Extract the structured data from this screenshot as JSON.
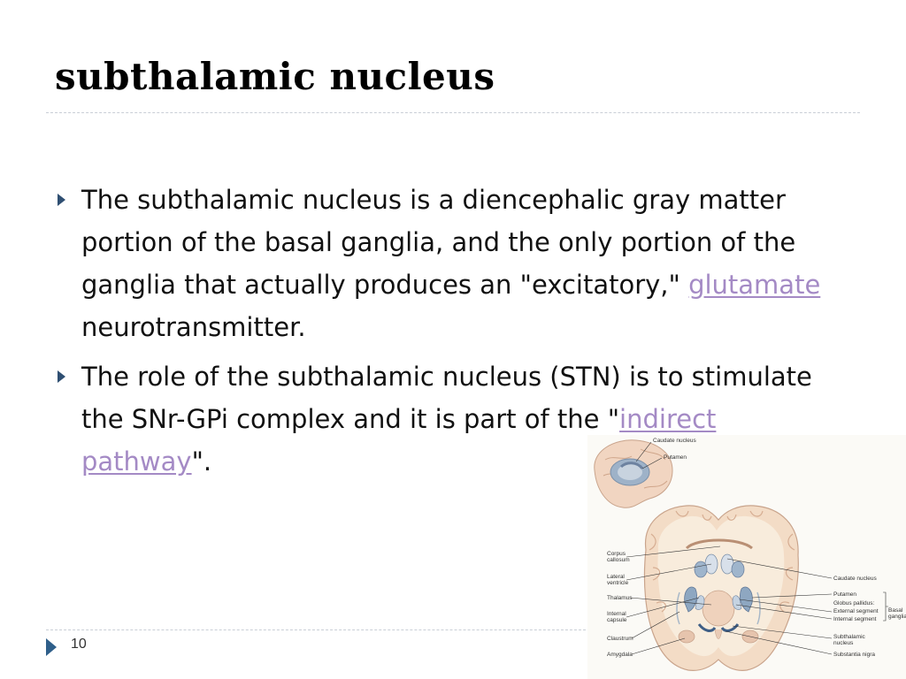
{
  "slide": {
    "title": "subthalamic nucleus",
    "number": "10"
  },
  "bullets": [
    {
      "pre": "The subthalamic nucleus is a diencephalic gray matter portion of the basal ganglia, and the only portion of the ganglia that actually produces an \"excitatory,\" ",
      "link": "glutamate",
      "post": " neurotransmitter."
    },
    {
      "pre": "The role of the subthalamic nucleus (STN) is to stimulate the SNr-GPi complex and it is part of the \"",
      "link": "indirect pathway",
      "post": "\"."
    }
  ],
  "figure": {
    "labels": {
      "caudate_nucleus_small": "Caudate nucleus",
      "putamen_small": "Putamen",
      "corpus_callosum_1": "Corpus",
      "corpus_callosum_2": "callosum",
      "lateral_ventricle_1": "Lateral",
      "lateral_ventricle_2": "ventricle",
      "thalamus": "Thalamus",
      "internal_capsule_1": "Internal",
      "internal_capsule_2": "capsule",
      "claustrum": "Claustrum",
      "amygdala": "Amygdala",
      "caudate_nucleus": "Caudate nucleus",
      "putamen": "Putamen",
      "globus_pallidus": "Globus pallidus:",
      "external_segment": "External segment",
      "internal_segment": "Internal segment",
      "basal_ganglia_1": "Basal",
      "basal_ganglia_2": "ganglia",
      "subthalamic_nucleus_1": "Subthalamic",
      "subthalamic_nucleus_2": "nucleus",
      "substantia_nigra": "Substantia nigra"
    }
  }
}
